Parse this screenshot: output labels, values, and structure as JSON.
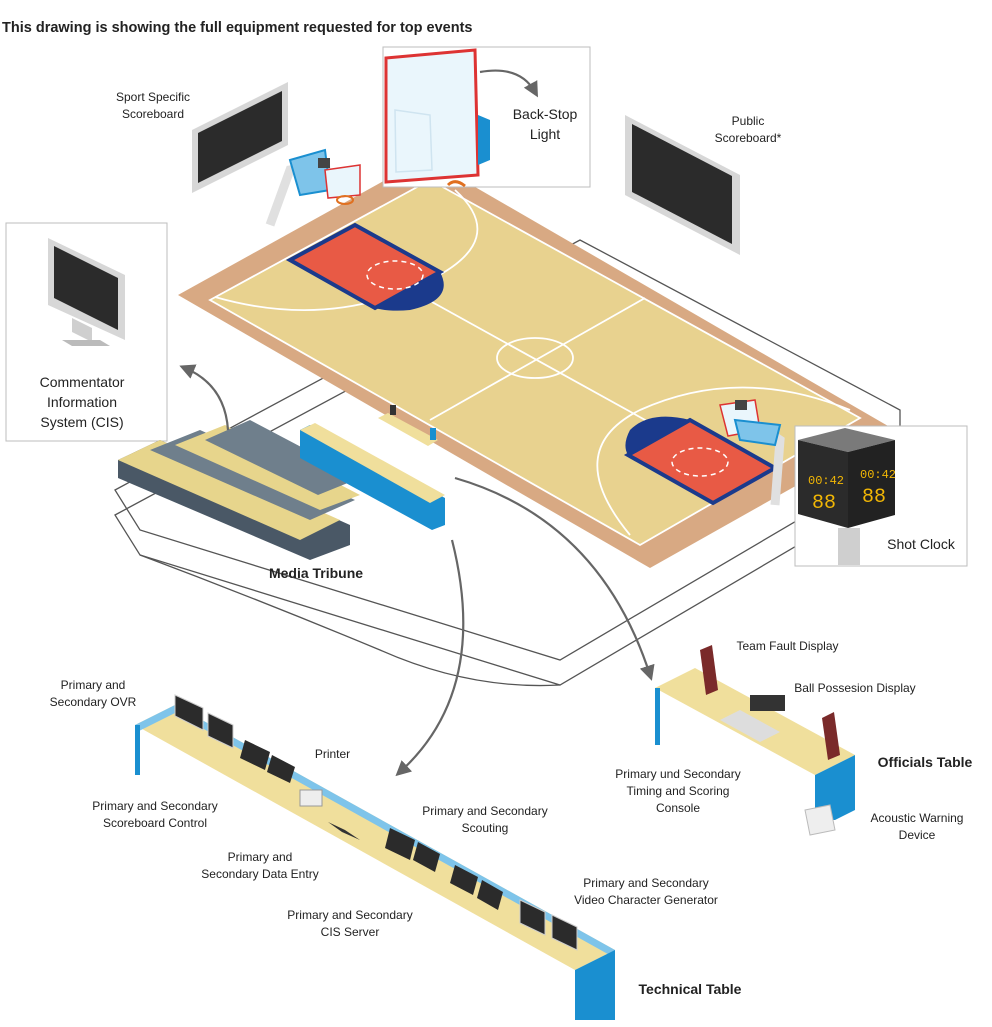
{
  "title": "This drawing is showing the full equipment requested for top events",
  "labels": {
    "sport_scoreboard": "Sport Specific\nScoreboard",
    "backstop_light": "Back-Stop\nLight",
    "public_scoreboard": "Public\nScoreboard*",
    "cis": "Commentator\nInformation\nSystem (CIS)",
    "shot_clock": "Shot Clock",
    "media_tribune": "Media Tribune",
    "team_fault": "Team Fault Display",
    "ball_possession": "Ball Possesion Display",
    "officials_table": "Officials Table",
    "timing_console": "Primary und Secondary\nTiming and Scoring\nConsole",
    "acoustic": "Acoustic Warning\nDevice",
    "ovr": "Primary and\nSecondary OVR",
    "printer": "Printer",
    "scoreboard_control": "Primary and Secondary\nScoreboard Control",
    "scouting": "Primary and Secondary\nScouting",
    "data_entry": "Primary and\nSecondary Data Entry",
    "vcg": "Primary and Secondary\nVideo Character Generator",
    "cis_server": "Primary and Secondary\nCIS Server",
    "technical_table": "Technical Table"
  },
  "shot_clock_display": {
    "time": "00:42",
    "digits": "88"
  },
  "colors": {
    "court_wood": "#e8d28f",
    "court_apron": "#d8a983",
    "key_red": "#e85a45",
    "key_blue": "#1b3a8c",
    "table_top": "#f0df9c",
    "table_blue": "#1a8fd0",
    "screen_dark": "#2b2b2b"
  }
}
